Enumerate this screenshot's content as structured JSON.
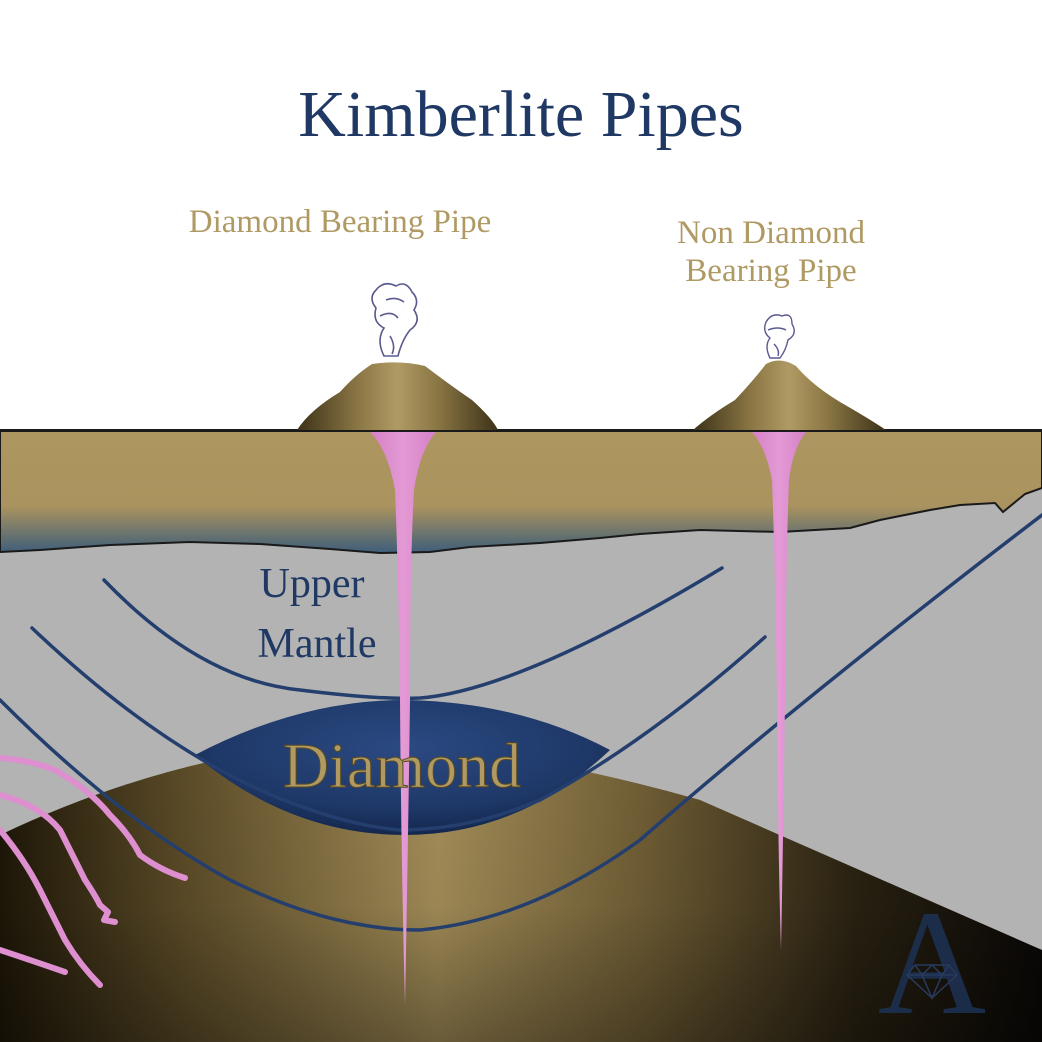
{
  "title": "Kimberlite Pipes",
  "labels": {
    "diamond_pipe": "Diamond Bearing Pipe",
    "non_diamond_pipe_line1": "Non Diamond",
    "non_diamond_pipe_line2": "Bearing Pipe",
    "upper_mantle_line1": "Upper",
    "upper_mantle_line2": "Mantle",
    "diamond_zone": "Diamond"
  },
  "logo": {
    "letter": "A",
    "icon": "diamond-icon"
  },
  "colors": {
    "title": "#1f3864",
    "label_gold": "#b09a64",
    "crust": "#ae9660",
    "mantle": "#b3b3b3",
    "magma": "#de8fcf",
    "diamond_zone": "#1e3868",
    "contour_line": "#243e6e",
    "deep_dark": "#2a2010",
    "smoke": "#5a5a90"
  }
}
